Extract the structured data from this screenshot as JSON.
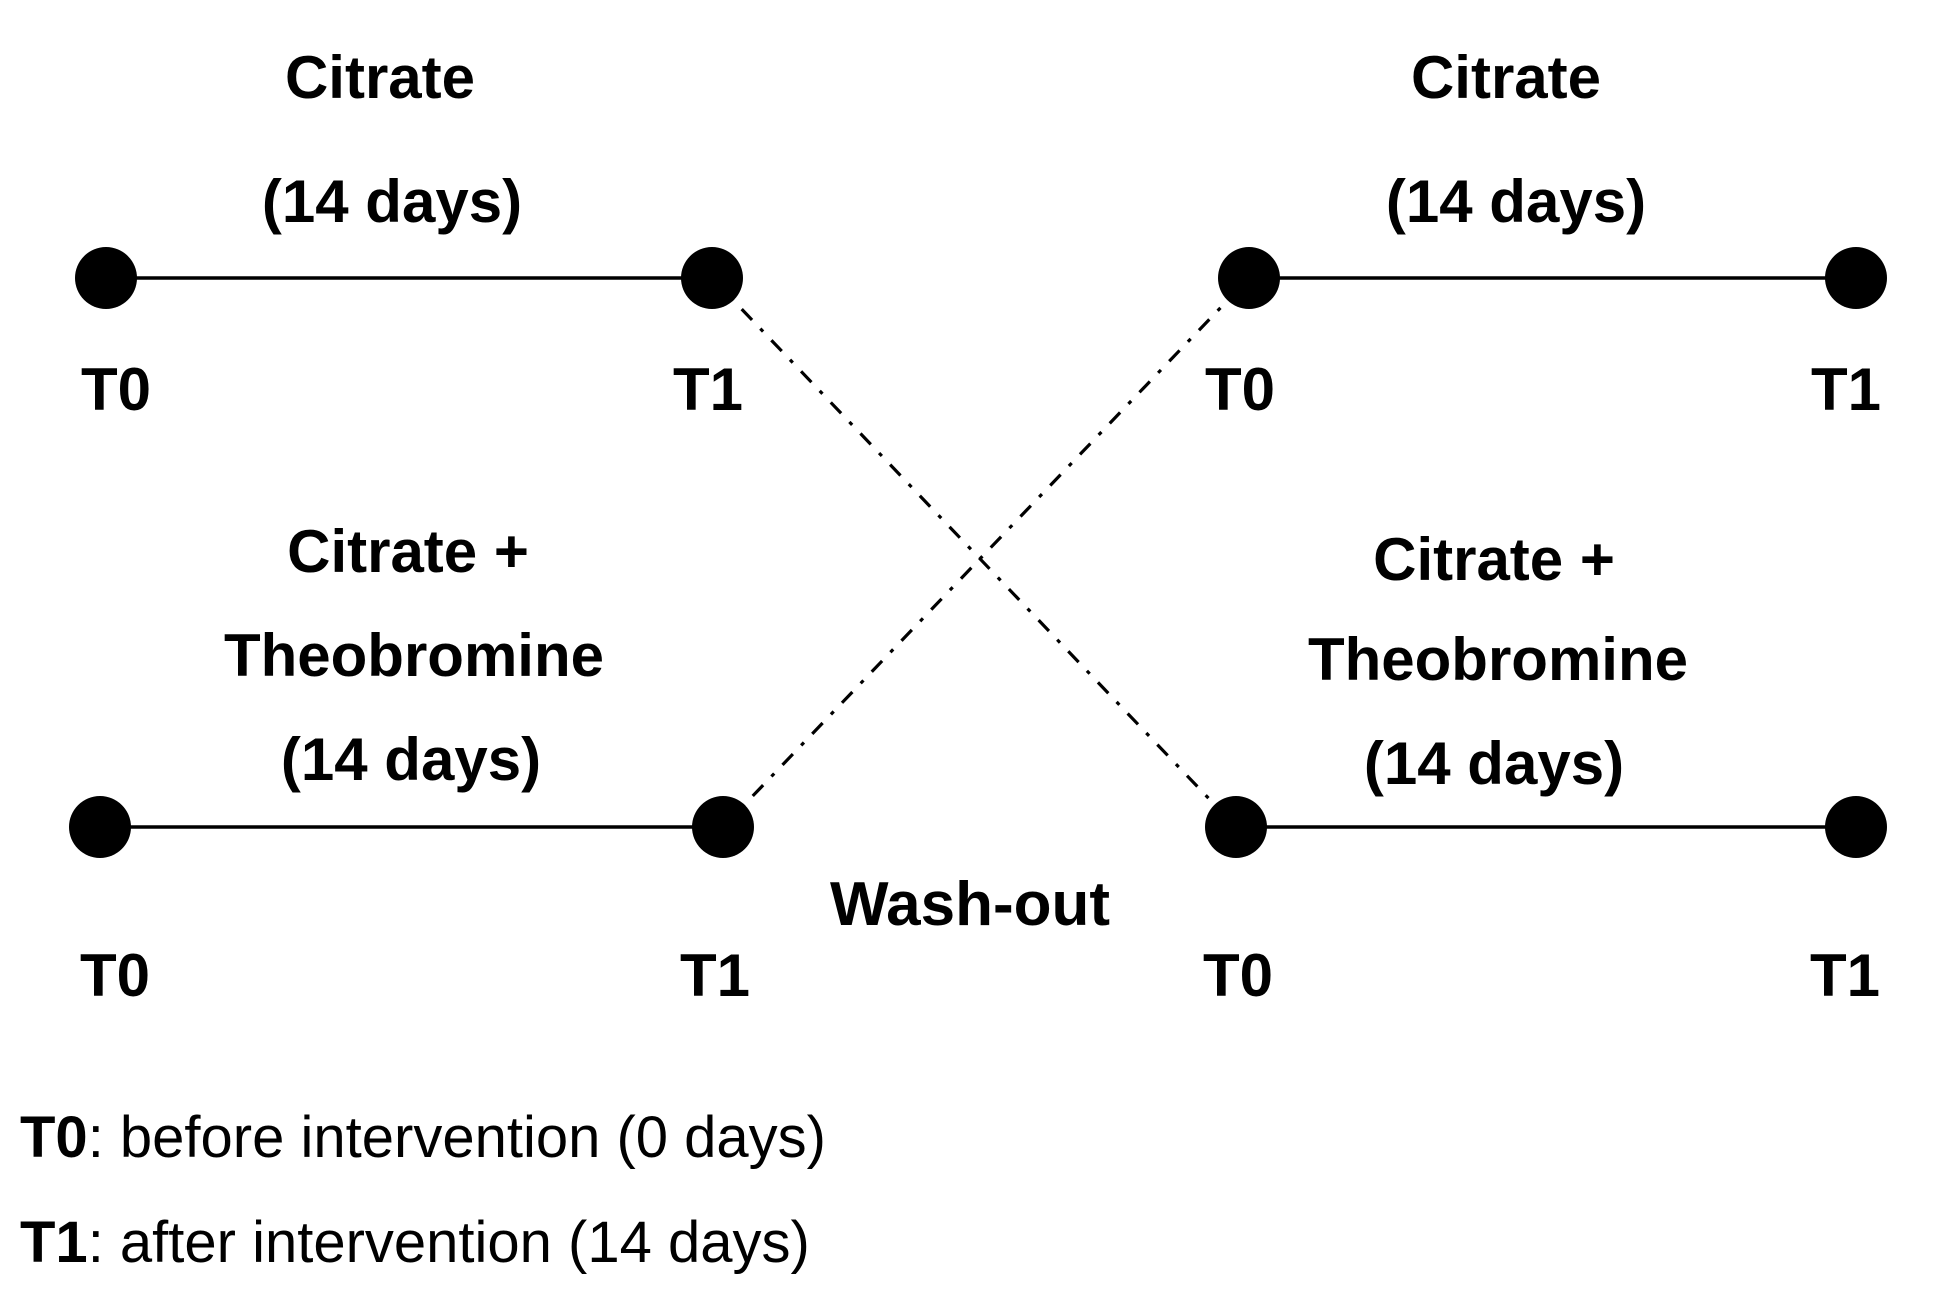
{
  "figure": {
    "ink": "#000000",
    "background": "#ffffff"
  },
  "arms": [
    {
      "position": "top-left",
      "title_lines": [
        "Citrate",
        "(14 days)"
      ],
      "start_label": "T0",
      "end_label": "T1"
    },
    {
      "position": "top-right",
      "title_lines": [
        "Citrate",
        "(14 days)"
      ],
      "start_label": "T0",
      "end_label": "T1"
    },
    {
      "position": "bottom-left",
      "title_lines": [
        "Citrate +",
        "Theobromine",
        "(14 days)"
      ],
      "start_label": "T0",
      "end_label": "T1"
    },
    {
      "position": "bottom-right",
      "title_lines": [
        "Citrate +",
        "Theobromine",
        "(14 days)"
      ],
      "start_label": "T0",
      "end_label": "T1"
    }
  ],
  "washout_label": "Wash-out",
  "legend": [
    {
      "term": "T0",
      "definition": ": before intervention (0 days)"
    },
    {
      "term": "T1",
      "definition": ": after intervention (14 days)"
    }
  ]
}
